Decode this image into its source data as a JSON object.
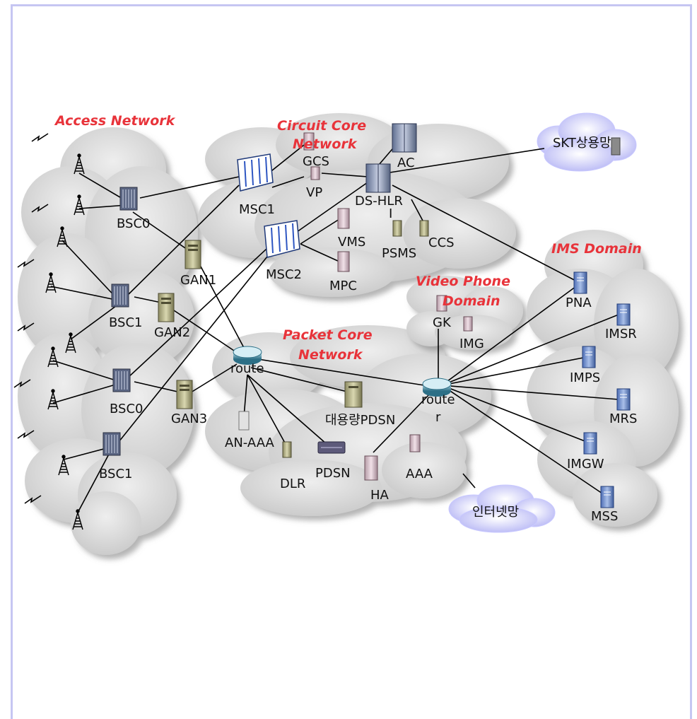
{
  "regions": {
    "access": "Access Network",
    "circuit_line1": "Circuit Core",
    "circuit_line2": "Network",
    "packet_line1": "Packet Core",
    "packet_line2": "Network",
    "video_line1": "Video Phone",
    "video_line2": "Domain",
    "ims": "IMS Domain"
  },
  "external": {
    "skt": "SKT상용망",
    "internet": "인터넷망"
  },
  "nodes": {
    "bsc0_top": "BSC0",
    "bsc1_top": "BSC1",
    "bsc0_bottom": "BSC0",
    "bsc1_bottom": "BSC1",
    "gan1": "GAN1",
    "gan2": "GAN2",
    "gan3": "GAN3",
    "msc1": "MSC1",
    "msc2": "MSC2",
    "gcs": "GCS",
    "vp": "VP",
    "ac": "AC",
    "ds_hlr": "DS-HLR",
    "ds_hlr_sub": "I",
    "vms": "VMS",
    "mpc": "MPC",
    "psms": "PSMS",
    "ccs": "CCS",
    "router1": "route",
    "router2_line1": "route",
    "router2_line2": "r",
    "an_aaa": "AN-AAA",
    "dlr": "DLR",
    "pdsn": "PDSN",
    "ha": "HA",
    "aaa": "AAA",
    "big_pdsn": "대용량PDSN",
    "gk": "GK",
    "img": "IMG",
    "pna": "PNA",
    "imsr": "IMSR",
    "imps": "IMPS",
    "mrs": "MRS",
    "imgw": "IMGW",
    "mss": "MSS"
  },
  "colors": {
    "frame": "#c6c6f2",
    "region_title": "#e8333a",
    "cloud_fill": "#d7d7d7",
    "external_cloud": "#ccccff"
  }
}
